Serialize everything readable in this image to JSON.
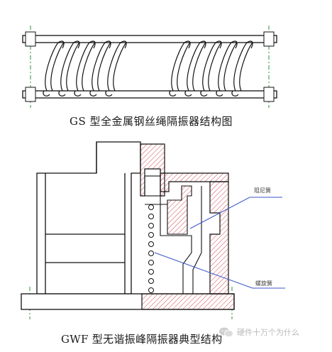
{
  "diagram_top": {
    "caption": "GS  型全金属钢丝绳隔振器结构图"
  },
  "diagram_bottom": {
    "caption": "GWF  型无谐振峰隔振器典型结构",
    "labels": {
      "damper_spring": "阻尼簧",
      "coil_spring": "螺旋簧"
    }
  },
  "watermark": {
    "text": "硬件十万个为什么",
    "icon": "wechat-icon"
  },
  "colors": {
    "line": "#111111",
    "hatch": "#d2535c",
    "centerline": "#2f8f3a",
    "leader": "#3b55c9"
  }
}
